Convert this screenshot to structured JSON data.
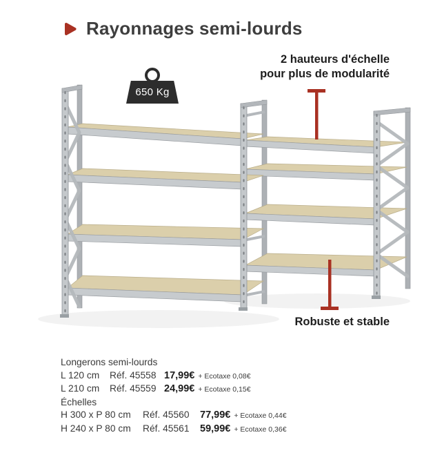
{
  "colors": {
    "accent_red": "#a93123",
    "badge_dark": "#2d2d2d",
    "title_text": "#3e3e3e"
  },
  "header": {
    "title": "Rayonnages semi-lourds",
    "arrow_icon": "play-arrow-icon"
  },
  "callouts": {
    "modularity_line1": "2 hauteurs d'échelle",
    "modularity_line2": "pour plus de modularité",
    "stability": "Robuste et stable",
    "weight_capacity": "650 Kg"
  },
  "products": {
    "sections": [
      {
        "heading": "Longerons semi-lourds",
        "rows": [
          {
            "size": "L 120 cm",
            "ref": "Réf. 45558",
            "price": "17,99€",
            "ecotax": "+ Ecotaxe 0,08€"
          },
          {
            "size": "L 210 cm",
            "ref": "Réf. 45559",
            "price": "24,99€",
            "ecotax": "+ Ecotaxe 0,15€"
          }
        ]
      },
      {
        "heading": "Échelles",
        "rows": [
          {
            "size": "H 300 x P 80 cm",
            "ref": "Réf. 45560",
            "price": "77,99€",
            "ecotax": "+ Ecotaxe 0,44€"
          },
          {
            "size": "H 240 x P 80 cm",
            "ref": "Réf. 45561",
            "price": "59,99€",
            "ecotax": "+ Ecotaxe 0,36€"
          }
        ]
      }
    ]
  }
}
